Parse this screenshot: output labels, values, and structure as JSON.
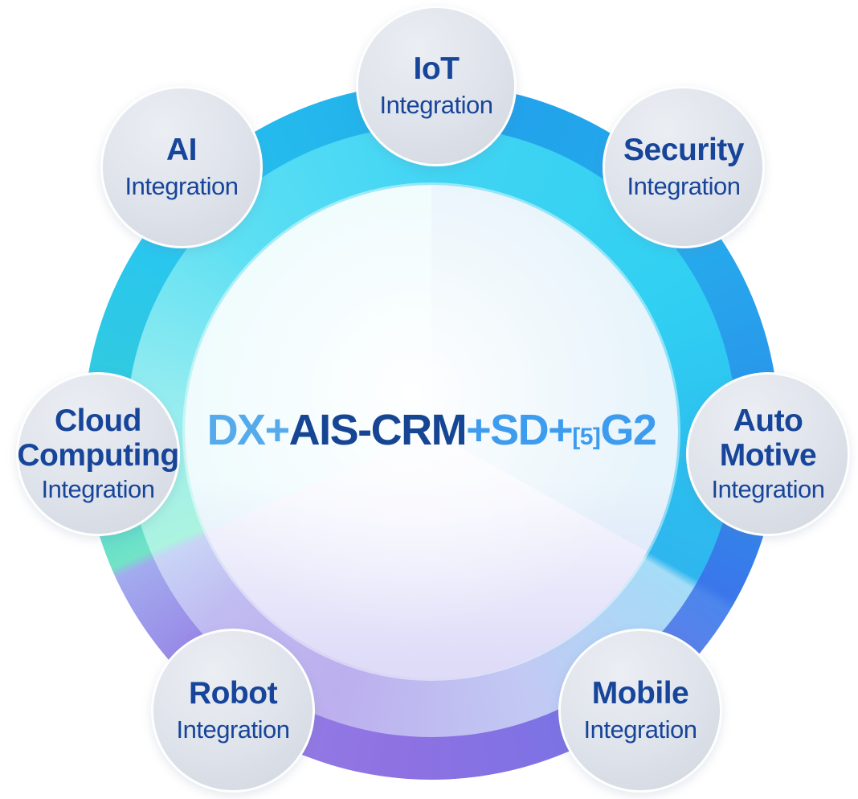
{
  "canvas": {
    "background": "#FFFFFF"
  },
  "core": {
    "label_full": "DX+AIS-CRM+SD+[5]G2",
    "segments": [
      {
        "text": "DX+",
        "color": "#55AAEC"
      },
      {
        "text": "AIS-CRM",
        "color": "#164693"
      },
      {
        "text": "+SD+",
        "color": "#3E9CEF"
      },
      {
        "text": "[5]",
        "color": "#3E9CEF",
        "size": "small"
      },
      {
        "text": "G2",
        "color": "#3E9CEF"
      }
    ]
  },
  "satellites": [
    {
      "id": "iot",
      "title": "IoT",
      "subtitle": "Integration"
    },
    {
      "id": "security",
      "title": "Security",
      "subtitle": "Integration"
    },
    {
      "id": "auto-motive",
      "title": "Auto\nMotive",
      "subtitle": "Integration"
    },
    {
      "id": "mobile",
      "title": "Mobile",
      "subtitle": "Integration"
    },
    {
      "id": "robot",
      "title": "Robot",
      "subtitle": "Integration"
    },
    {
      "id": "cloud-computing",
      "title": "Cloud\nComputing",
      "subtitle": "Integration"
    },
    {
      "id": "ai",
      "title": "AI",
      "subtitle": "Integration"
    }
  ],
  "palette": {
    "text_navy": "#17459A",
    "ring_outer_top_blue": "#20A0EA",
    "ring_outer_right_blue": "#2B8FE9",
    "ring_outer_bottom_purple": "#8E71E2",
    "ring_outer_left_teal": "#72E3C6",
    "ring_outer_left_cyan": "#29C6EF",
    "ring_inner_top_cyan": "#41D4F3",
    "ring_inner_bottom_lavender": "#BCAFEE",
    "ring_inner_left_mint": "#ACF3E0",
    "core_sector_right": "#E8F4FB",
    "core_sector_bottom": "#F7F8FE",
    "core_sector_left": "#EEFBFD",
    "node_fill": "#DEE2EA",
    "node_border": "#FFFFFF"
  }
}
